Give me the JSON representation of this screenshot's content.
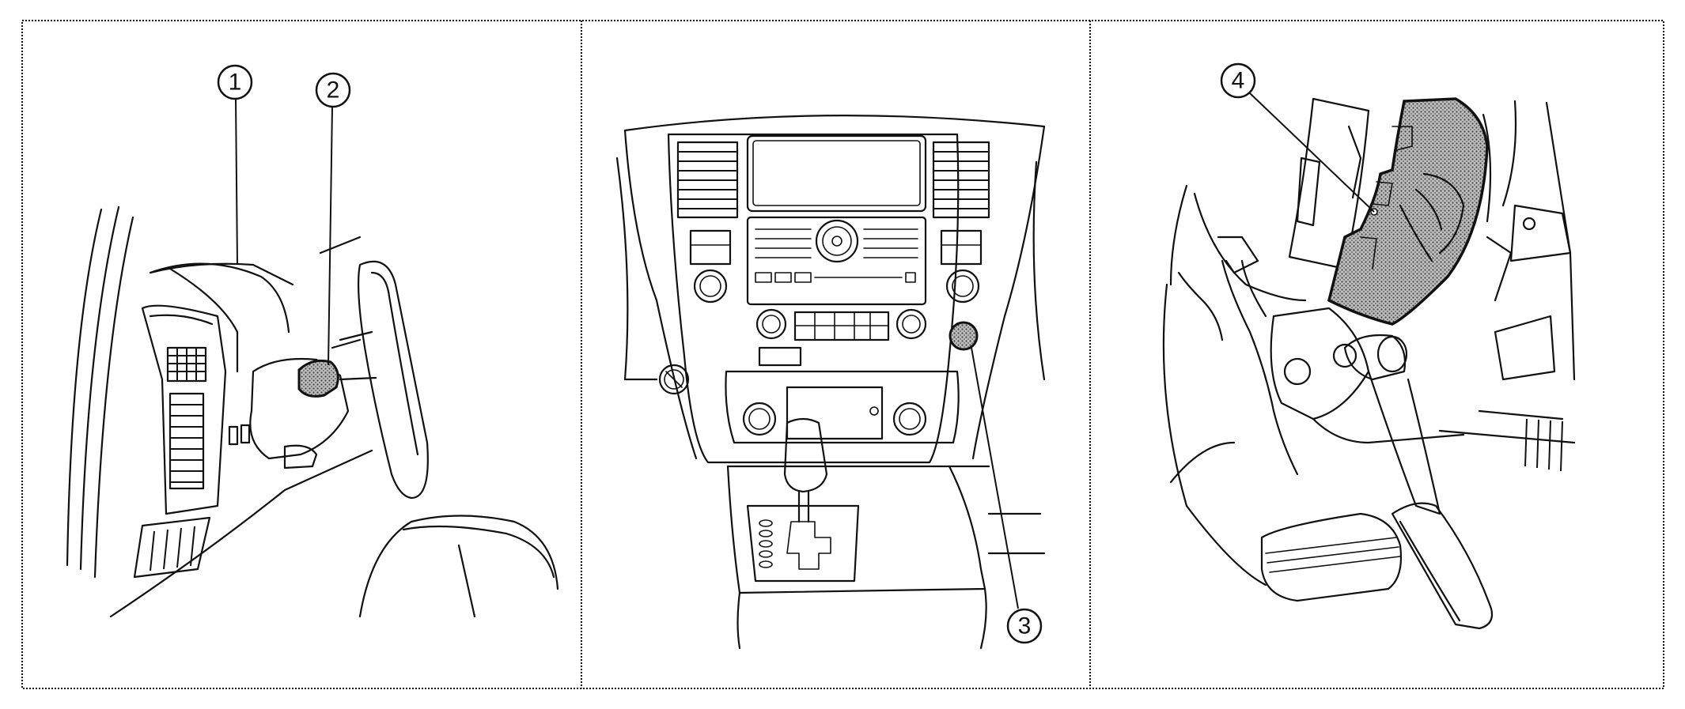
{
  "callouts": [
    {
      "label": "1"
    },
    {
      "label": "2"
    },
    {
      "label": "3"
    },
    {
      "label": "4"
    }
  ],
  "colors": {
    "line": "#111111",
    "highlight_fill": "#9a9a9a",
    "background": "#ffffff"
  }
}
